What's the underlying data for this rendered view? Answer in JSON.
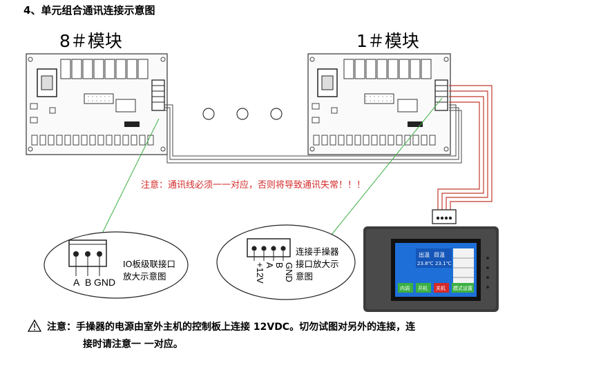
{
  "heading": "4、单元组合通讯连接示意图",
  "module_left_title": "8＃模块",
  "module_right_title": "1＃模块",
  "comm_note": "注意：通讯线必须一一对应，否则将导致通讯失常！！！",
  "io_detail": {
    "pins": [
      "A",
      "B",
      "GND"
    ],
    "label_line1": "IO板级联接口",
    "label_line2": "放大示意图"
  },
  "hand_detail": {
    "pins": [
      "+12V",
      "A",
      "B",
      "GND"
    ],
    "label_line1": "连接手操器",
    "label_line2": "接口放大示",
    "label_line3": "意图"
  },
  "hmi_screen": {
    "cells": [
      "出温",
      "目温",
      "23.8℃",
      "23.1℃"
    ],
    "buttons": [
      "内调",
      "开机",
      "关机",
      "模式设置"
    ]
  },
  "footer": {
    "line1": "注意：手操器的电源由室外主机的控制板上连接 12VDC。切勿试图对另外的连接，连",
    "line2": "接时请注意一 一对应。"
  },
  "colors": {
    "note_red": "#d42a2a",
    "wire_red": "#c0392b",
    "leader_green": "#3cb043",
    "screen_blue": "#1e6fd8"
  },
  "icons": [
    "warning-triangle-icon"
  ]
}
